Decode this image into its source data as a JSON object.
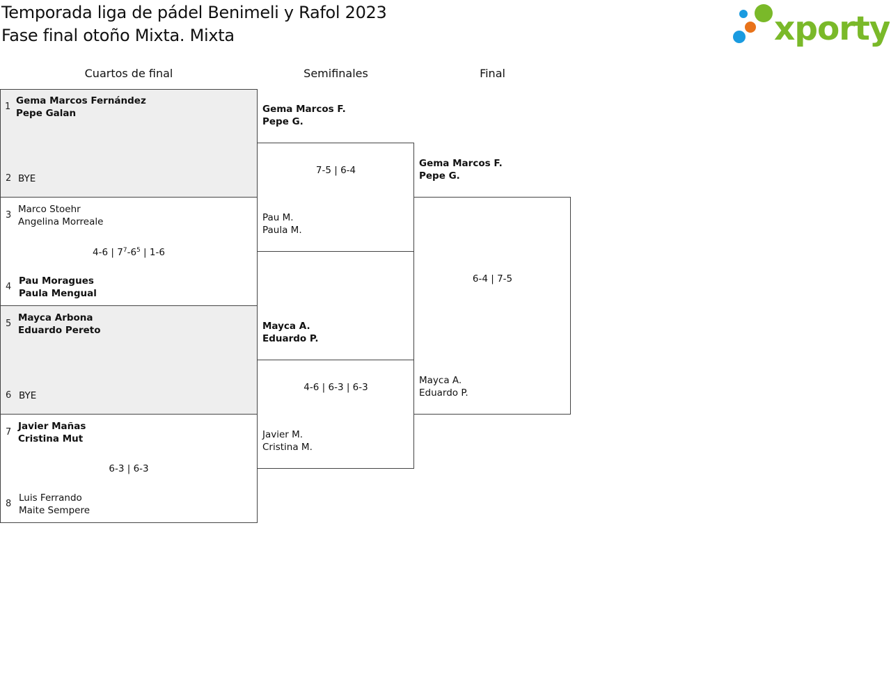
{
  "header": {
    "title": "Temporada liga de pádel Benimeli y Rafol 2023",
    "subtitle": "Fase final otoño Mixta. Mixta",
    "logo_text": "xporty",
    "logo_colors": {
      "blue": "#1a9be0",
      "orange": "#e8731a",
      "green": "#7ab929"
    }
  },
  "rounds": {
    "quarterfinals": "Cuartos de final",
    "semifinals": "Semifinales",
    "final": "Final"
  },
  "quarterfinals": [
    {
      "top": {
        "seed": "1",
        "players": [
          "Gema Marcos Fernández",
          "Pepe Galan"
        ]
      },
      "bottom": {
        "seed": "2",
        "players": [
          "BYE"
        ]
      },
      "score": {
        "sets": []
      }
    },
    {
      "top": {
        "seed": "3",
        "players": [
          "Marco Stoehr",
          "Angelina Morreale"
        ]
      },
      "bottom": {
        "seed": "4",
        "players": [
          "Pau Moragues",
          "Paula Mengual"
        ]
      },
      "score": {
        "sets": [
          {
            "a": "4",
            "b": "6"
          },
          {
            "a": "7",
            "a_sup": "7",
            "b": "6",
            "b_sup": "5"
          },
          {
            "a": "1",
            "b": "6"
          }
        ]
      }
    },
    {
      "top": {
        "seed": "5",
        "players": [
          "Mayca Arbona",
          "Eduardo Pereto"
        ]
      },
      "bottom": {
        "seed": "6",
        "players": [
          "BYE"
        ]
      },
      "score": {
        "sets": []
      }
    },
    {
      "top": {
        "seed": "7",
        "players": [
          "Javier Mañas",
          "Cristina Mut"
        ]
      },
      "bottom": {
        "seed": "8",
        "players": [
          "Luis Ferrando",
          "Maite Sempere"
        ]
      },
      "score": {
        "sets": [
          {
            "a": "6",
            "b": "3"
          },
          {
            "a": "6",
            "b": "3"
          }
        ]
      }
    }
  ],
  "semifinals": [
    {
      "top": {
        "players": [
          "Gema Marcos F.",
          "Pepe G."
        ]
      },
      "bottom": {
        "players": [
          "Pau M.",
          "Paula M."
        ]
      },
      "score": {
        "sets": [
          {
            "a": "7",
            "b": "5"
          },
          {
            "a": "6",
            "b": "4"
          }
        ]
      }
    },
    {
      "top": {
        "players": [
          "Mayca A.",
          "Eduardo P."
        ]
      },
      "bottom": {
        "players": [
          "Javier M.",
          "Cristina M."
        ]
      },
      "score": {
        "sets": [
          {
            "a": "4",
            "b": "6"
          },
          {
            "a": "6",
            "b": "3"
          },
          {
            "a": "6",
            "b": "3"
          }
        ]
      }
    }
  ],
  "final": {
    "top": {
      "players": [
        "Gema Marcos F.",
        "Pepe G."
      ]
    },
    "bottom": {
      "players": [
        "Mayca A.",
        "Eduardo P."
      ]
    },
    "score": {
      "sets": [
        {
          "a": "6",
          "b": "4"
        },
        {
          "a": "7",
          "b": "5"
        }
      ]
    }
  }
}
